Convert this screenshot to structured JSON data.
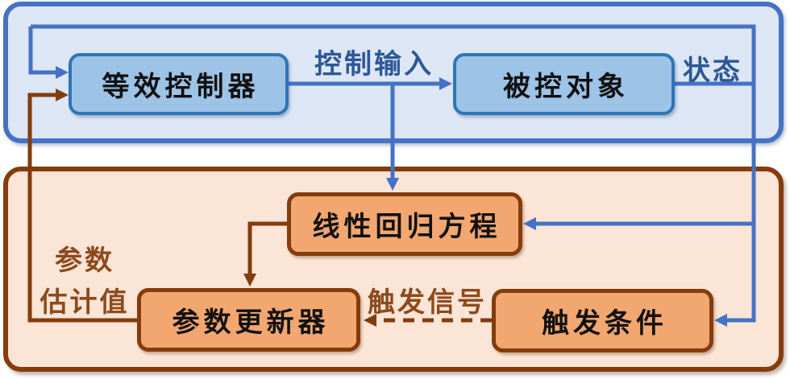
{
  "diagram": {
    "type": "block-diagram",
    "nodes": {
      "equivalent_controller": {
        "label": "等效控制器"
      },
      "plant": {
        "label": "被控对象"
      },
      "linear_regression": {
        "label": "线性回归方程"
      },
      "parameter_updater": {
        "label": "参数更新器"
      },
      "trigger_condition": {
        "label": "触发条件"
      }
    },
    "edge_labels": {
      "control_input": "控制输入",
      "state": "状态",
      "parameter_estimate_line1": "参数",
      "parameter_estimate_line2": "估计值",
      "trigger_signal": "触发信号"
    },
    "colors": {
      "blue_container_fill": "#dce6f4",
      "blue_container_border": "#4472c4",
      "blue_node_fill": "#9dc3e6",
      "blue_node_border": "#2e75b6",
      "blue_wire": "#4472c4",
      "blue_label_text": "#2d5796",
      "orange_container_fill": "#fbe5d6",
      "orange_node_fill": "#f3a770",
      "brown_border": "#843c0d",
      "brown_wire": "#843c0d",
      "brown_label_text": "#8c4a1d",
      "node_text": "#111111"
    }
  }
}
